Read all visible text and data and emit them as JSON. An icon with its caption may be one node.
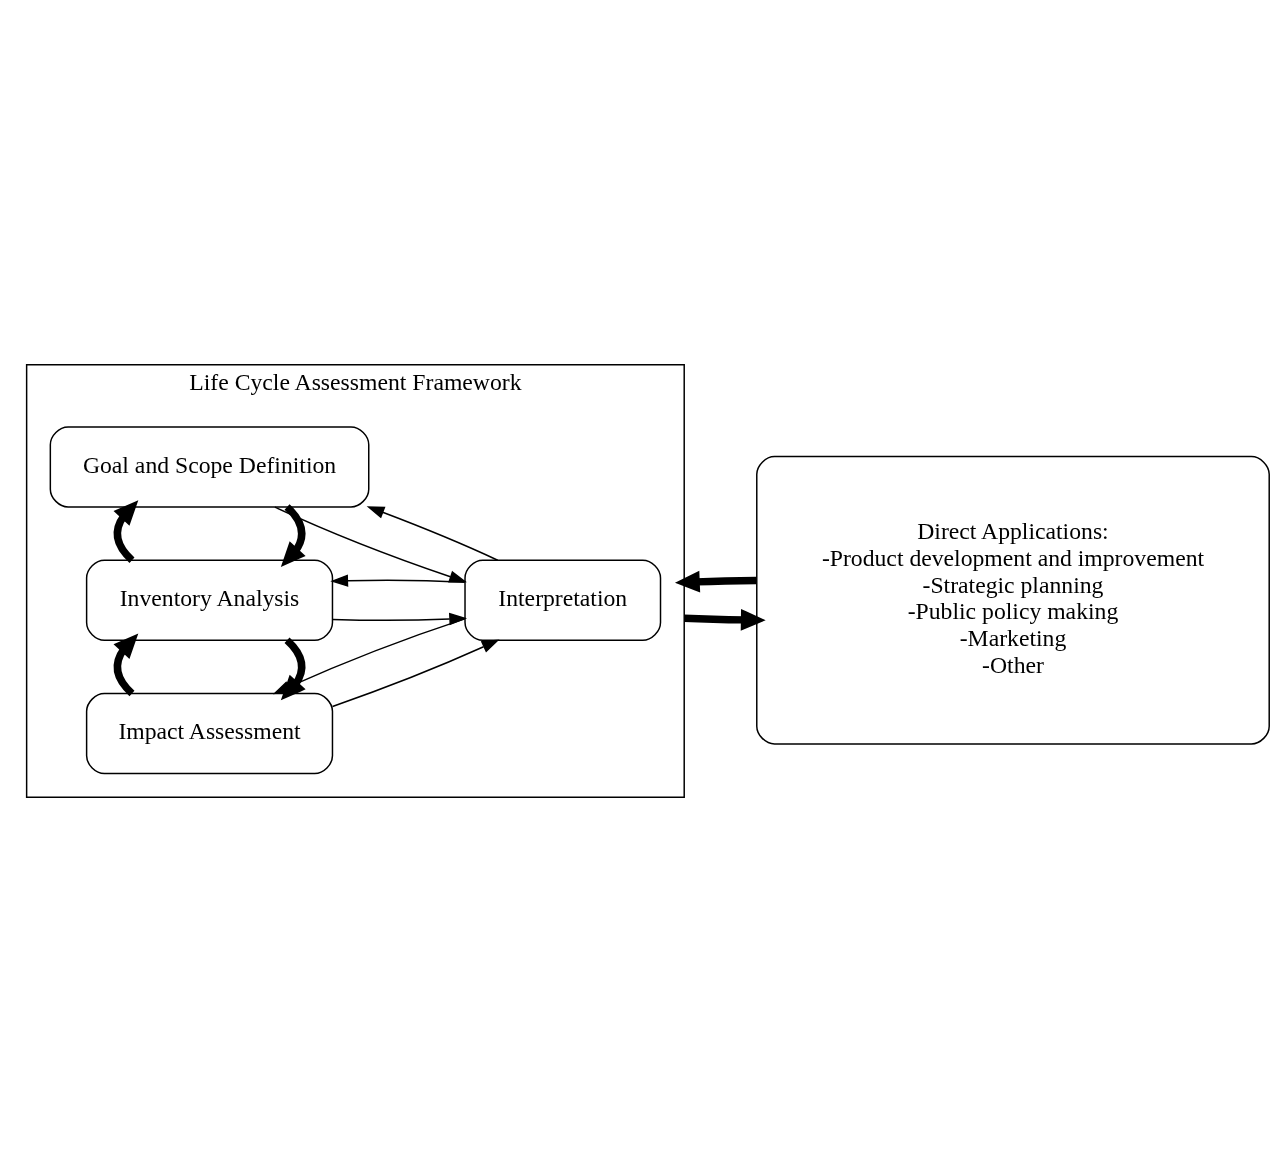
{
  "diagram": {
    "nodes": [
      {
        "text": [
          "Life Cycle Assessment Framework"
        ]
      },
      {
        "text": [
          "Goal and Scope Definition"
        ],
        "in": 0
      },
      {
        "text": [
          "Inventory Analysis"
        ],
        "in": 0
      },
      {
        "text": [
          "Impact Assessment"
        ],
        "in": 0
      },
      {
        "text": [
          "Interpretation"
        ],
        "in": 0
      },
      {
        "text": [
          "Direct Applications:",
          "-Product development and improvement",
          "-Strategic planning",
          "-Public policy making",
          "-Marketing",
          "-Other"
        ]
      }
    ],
    "edges": [
      {
        "from": 1,
        "to": 4,
        "arrow": "to"
      },
      {
        "from": 4,
        "to": 1,
        "arrow": "to"
      },
      {
        "from": 1,
        "to": 2,
        "arrow": "to",
        "style": "thick"
      },
      {
        "from": 2,
        "to": 1,
        "arrow": "to",
        "style": "thick"
      },
      {
        "from": 2,
        "to": 4,
        "arrow": "to"
      },
      {
        "from": 4,
        "to": 2,
        "arrow": "to"
      },
      {
        "from": 2,
        "to": 3,
        "arrow": "to",
        "style": "thick"
      },
      {
        "from": 3,
        "to": 2,
        "arrow": "to",
        "style": "thick"
      },
      {
        "from": 3,
        "to": 4,
        "arrow": "to"
      },
      {
        "from": 4,
        "to": 3,
        "arrow": "to"
      },
      {
        "from": 0,
        "to": 5,
        "arrow": "to",
        "style": "thick"
      },
      {
        "from": 5,
        "to": 0,
        "arrow": "to",
        "style": "thick"
      }
    ]
  }
}
